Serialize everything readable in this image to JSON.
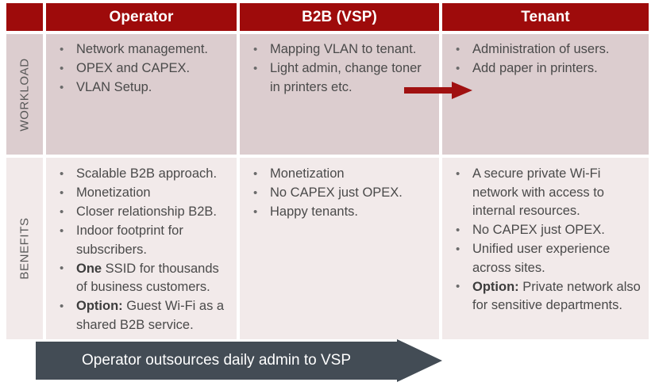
{
  "diagram": {
    "title": "Operator / B2B (VSP) / Tenant responsibility matrix",
    "colors": {
      "header_red": "#9E0B0B",
      "row1_bg": "#DCCDCF",
      "row2_bg": "#F2EAEA",
      "banner_dark": "#434C55",
      "arrow_red": "#A01111",
      "text_gray": "#4A4A4A"
    }
  },
  "header": {
    "corner": "",
    "columns": [
      {
        "label": "Operator"
      },
      {
        "label": "B2B (VSP)"
      },
      {
        "label": "Tenant"
      }
    ]
  },
  "rows": [
    {
      "side_label": "WORKLOAD",
      "cells": {
        "operator": [
          {
            "text": "Network management."
          },
          {
            "text": "OPEX and CAPEX."
          },
          {
            "text": "VLAN Setup."
          }
        ],
        "b2b": [
          {
            "text": "Mapping VLAN to tenant."
          },
          {
            "text": "Light admin, change toner in printers etc."
          }
        ],
        "tenant": [
          {
            "text": "Administration of users."
          },
          {
            "text": "Add paper in printers."
          }
        ]
      }
    },
    {
      "side_label": "BENEFITS",
      "cells": {
        "operator": [
          {
            "text": "Scalable B2B approach."
          },
          {
            "text": "Monetization"
          },
          {
            "text": "Closer relationship B2B."
          },
          {
            "text": "Indoor footprint for subscribers."
          },
          {
            "bold": "One",
            "text": " SSID for thousands of business customers."
          },
          {
            "bold": "Option:",
            "text": " Guest Wi-Fi as a shared B2B service."
          }
        ],
        "b2b": [
          {
            "text": "Monetization"
          },
          {
            "text": "No CAPEX just OPEX."
          },
          {
            "text": "Happy tenants."
          }
        ],
        "tenant": [
          {
            "text": "A secure private Wi-Fi network with access to internal resources."
          },
          {
            "text": "No CAPEX just OPEX."
          },
          {
            "text": "Unified user experience across sites."
          },
          {
            "bold": "Option:",
            "text": " Private network also for sensitive departments."
          }
        ]
      }
    }
  ],
  "flow_arrow": {
    "name": "b2b-to-tenant-arrow",
    "direction": "right",
    "color": "#A01111"
  },
  "banner": {
    "text": "Operator outsources daily admin to VSP",
    "direction": "right",
    "color": "#434C55"
  }
}
